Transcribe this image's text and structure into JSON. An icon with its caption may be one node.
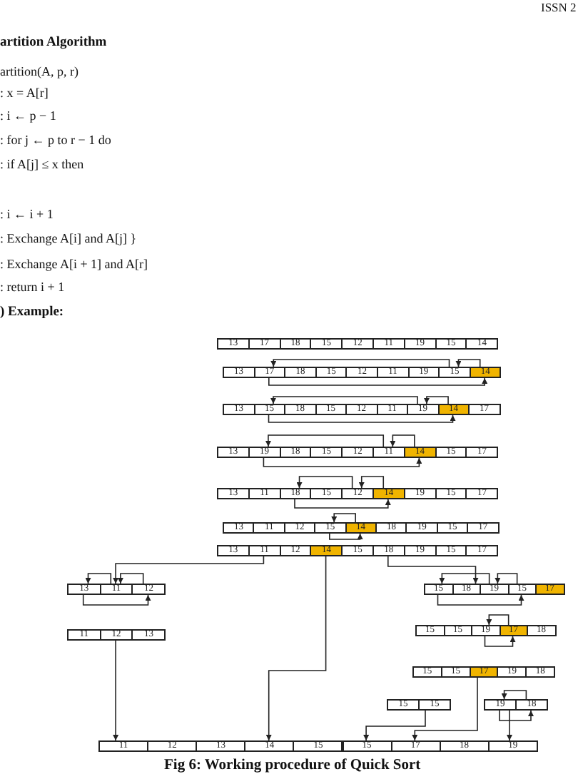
{
  "diagram": {
    "caption": "Fig 6: Working procedure of Quick Sort",
    "nodes": [
      {
        "text": [
          "13"
        ]
      },
      {
        "text": [
          "17"
        ]
      },
      {
        "text": [
          "18"
        ]
      },
      {
        "text": [
          "15"
        ]
      },
      {
        "text": [
          "12"
        ]
      },
      {
        "text": [
          "11"
        ]
      },
      {
        "text": [
          "19"
        ]
      },
      {
        "text": [
          "15"
        ]
      },
      {
        "text": [
          "14"
        ]
      },
      {
        "text": [
          "13"
        ]
      },
      {
        "text": [
          "17"
        ]
      },
      {
        "text": [
          "18"
        ]
      },
      {
        "text": [
          "15"
        ]
      },
      {
        "text": [
          "12"
        ]
      },
      {
        "text": [
          "11"
        ]
      },
      {
        "text": [
          "19"
        ]
      },
      {
        "text": [
          "15"
        ]
      },
      {
        "text": [
          "14"
        ]
      },
      {
        "text": [
          "13"
        ]
      },
      {
        "text": [
          "15"
        ]
      },
      {
        "text": [
          "18"
        ]
      },
      {
        "text": [
          "15"
        ]
      },
      {
        "text": [
          "12"
        ]
      },
      {
        "text": [
          "11"
        ]
      },
      {
        "text": [
          "19"
        ]
      },
      {
        "text": [
          "14"
        ]
      },
      {
        "text": [
          "17"
        ]
      },
      {
        "text": [
          "13"
        ]
      },
      {
        "text": [
          "19"
        ]
      },
      {
        "text": [
          "18"
        ]
      },
      {
        "text": [
          "15"
        ]
      },
      {
        "text": [
          "12"
        ]
      },
      {
        "text": [
          "11"
        ]
      },
      {
        "text": [
          "14"
        ]
      },
      {
        "text": [
          "15"
        ]
      },
      {
        "text": [
          "17"
        ]
      },
      {
        "text": [
          "13"
        ]
      },
      {
        "text": [
          "11"
        ]
      },
      {
        "text": [
          "18"
        ]
      },
      {
        "text": [
          "15"
        ]
      },
      {
        "text": [
          "12"
        ]
      },
      {
        "text": [
          "14"
        ]
      },
      {
        "text": [
          "19"
        ]
      },
      {
        "text": [
          "15"
        ]
      },
      {
        "text": [
          "17"
        ]
      },
      {
        "text": [
          "13"
        ]
      },
      {
        "text": [
          "11"
        ]
      },
      {
        "text": [
          "12"
        ]
      },
      {
        "text": [
          "15"
        ]
      },
      {
        "text": [
          "14"
        ]
      },
      {
        "text": [
          "18"
        ]
      },
      {
        "text": [
          "19"
        ]
      },
      {
        "text": [
          "15"
        ]
      },
      {
        "text": [
          "17"
        ]
      },
      {
        "text": [
          "13"
        ]
      },
      {
        "text": [
          "11"
        ]
      },
      {
        "text": [
          "12"
        ]
      },
      {
        "text": [
          "14"
        ]
      },
      {
        "text": [
          "15"
        ]
      },
      {
        "text": [
          "18"
        ]
      },
      {
        "text": [
          "19"
        ]
      },
      {
        "text": [
          "15"
        ]
      },
      {
        "text": [
          "17"
        ]
      },
      {
        "text": [
          "13"
        ]
      },
      {
        "text": [
          "11"
        ]
      },
      {
        "text": [
          "12"
        ]
      },
      {
        "text": [
          "15"
        ]
      },
      {
        "text": [
          "18"
        ]
      },
      {
        "text": [
          "19"
        ]
      },
      {
        "text": [
          "15"
        ]
      },
      {
        "text": [
          "17"
        ]
      },
      {
        "text": [
          "15"
        ]
      },
      {
        "text": [
          "15"
        ]
      },
      {
        "text": [
          "19"
        ]
      },
      {
        "text": [
          "17"
        ]
      },
      {
        "text": [
          "18"
        ]
      },
      {
        "text": [
          "11"
        ]
      },
      {
        "text": [
          "12"
        ]
      },
      {
        "text": [
          "13"
        ]
      },
      {
        "text": [
          "15"
        ]
      },
      {
        "text": [
          "15"
        ]
      },
      {
        "text": [
          "17"
        ]
      },
      {
        "text": [
          "19"
        ]
      },
      {
        "text": [
          "18"
        ]
      },
      {
        "text": [
          "15"
        ]
      },
      {
        "text": [
          "15"
        ]
      },
      {
        "text": [
          "19"
        ]
      },
      {
        "text": [
          "18"
        ]
      },
      {
        "text": [
          "11"
        ]
      },
      {
        "text": [
          "12"
        ]
      },
      {
        "text": [
          "13"
        ]
      },
      {
        "text": [
          "14"
        ]
      },
      {
        "text": [
          "15"
        ]
      },
      {
        "text": [
          "15"
        ]
      },
      {
        "text": [
          "17"
        ]
      },
      {
        "text": [
          "18"
        ]
      },
      {
        "text": [
          "19"
        ]
      }
    ],
    "edges": [
      {
        "from": 17,
        "to": 16,
        "arrow": "to"
      },
      {
        "from": 16,
        "to": 10,
        "arrow": "to"
      },
      {
        "from": 10,
        "to": 17,
        "arrow": "to"
      },
      {
        "from": 25,
        "to": 24,
        "arrow": "to"
      },
      {
        "from": 24,
        "to": 19,
        "arrow": "to"
      },
      {
        "from": 19,
        "to": 25,
        "arrow": "to"
      },
      {
        "from": 33,
        "to": 32,
        "arrow": "to"
      },
      {
        "from": 32,
        "to": 28,
        "arrow": "to"
      },
      {
        "from": 28,
        "to": 33,
        "arrow": "to"
      },
      {
        "from": 41,
        "to": 40,
        "arrow": "to"
      },
      {
        "from": 40,
        "to": 38,
        "arrow": "to"
      },
      {
        "from": 38,
        "to": 41,
        "arrow": "to"
      },
      {
        "from": 49,
        "to": 48,
        "arrow": "to"
      },
      {
        "from": 48,
        "to": 49,
        "arrow": "to"
      },
      {
        "from": 55,
        "to": 64,
        "arrow": "to"
      },
      {
        "from": 59,
        "to": 67,
        "arrow": "to"
      },
      {
        "from": 57,
        "to": 91,
        "arrow": "to"
      },
      {
        "from": 65,
        "to": 64,
        "arrow": "to"
      },
      {
        "from": 64,
        "to": 63,
        "arrow": "to"
      },
      {
        "from": 63,
        "to": 65,
        "arrow": "to"
      },
      {
        "from": 69,
        "to": 68,
        "arrow": "to"
      },
      {
        "from": 68,
        "to": 66,
        "arrow": "to"
      },
      {
        "from": 66,
        "to": 69,
        "arrow": "to"
      },
      {
        "from": 74,
        "to": 73,
        "arrow": "to"
      },
      {
        "from": 73,
        "to": 74,
        "arrow": "to"
      },
      {
        "from": 77,
        "to": 88,
        "arrow": "to"
      },
      {
        "from": 81,
        "to": 94,
        "arrow": "to"
      },
      {
        "from": 85,
        "to": 93,
        "arrow": "to"
      },
      {
        "from": 87,
        "to": 86,
        "arrow": "to"
      },
      {
        "from": 86,
        "to": 87,
        "arrow": "to"
      },
      {
        "from": 86,
        "to": 96,
        "arrow": "to"
      }
    ],
    "labels": [
      "ISSN 2",
      "artition Algorithm",
      "artition(A, p, r)",
      ": x = A[r]",
      ": i ← p − 1",
      ": for j ← p to r − 1 do",
      ": if A[j] ≤ x then",
      ": i ← i + 1",
      ": Exchange A[i] and A[j] }",
      ": Exchange A[i + 1] and A[r]",
      ": return i + 1",
      ") Example:"
    ]
  }
}
